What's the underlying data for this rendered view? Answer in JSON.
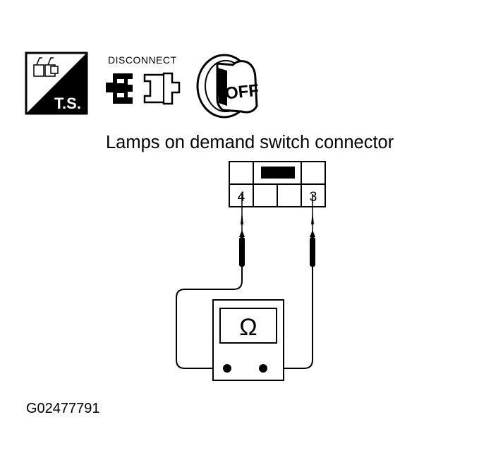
{
  "icons": {
    "ts": {
      "label": "T.S.",
      "icon": "troubleshooting-icon"
    },
    "disconnect": {
      "label": "DISCONNECT",
      "icon": "connector-disconnect-icon"
    },
    "ignition": {
      "label": "OFF",
      "icon": "ignition-key-off-icon"
    }
  },
  "connector": {
    "title": "Lamps on demand switch connector",
    "terminal_left": "4",
    "terminal_right": "3"
  },
  "meter": {
    "symbol": "Ω",
    "icon": "ohmmeter-icon"
  },
  "figure_id": "G02477791"
}
